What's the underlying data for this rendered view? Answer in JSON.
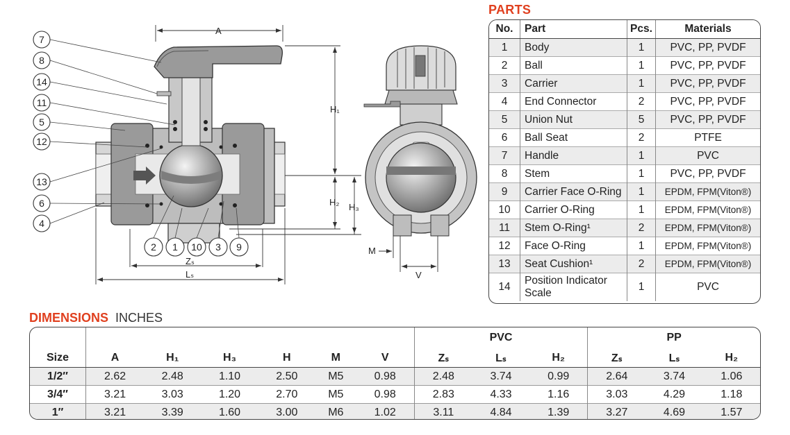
{
  "drawing": {
    "callouts_left": [
      "7",
      "8",
      "14",
      "11",
      "5",
      "12",
      "13",
      "6",
      "4"
    ],
    "callouts_bottom": [
      "2",
      "1",
      "10",
      "3",
      "9"
    ],
    "dimension_labels": {
      "A": "A",
      "H1": "H₁",
      "H2": "H₂",
      "H3": "H₃",
      "Zs": "Zₛ",
      "Ls": "Lₛ",
      "M": "M",
      "V": "V"
    }
  },
  "parts": {
    "title": "PARTS",
    "headers": {
      "no": "No.",
      "part": "Part",
      "pcs": "Pcs.",
      "materials": "Materials"
    },
    "rows": [
      {
        "no": "1",
        "part": "Body",
        "pcs": "1",
        "materials": "PVC, PP, PVDF"
      },
      {
        "no": "2",
        "part": "Ball",
        "pcs": "1",
        "materials": "PVC, PP, PVDF"
      },
      {
        "no": "3",
        "part": "Carrier",
        "pcs": "1",
        "materials": "PVC, PP, PVDF"
      },
      {
        "no": "4",
        "part": "End Connector",
        "pcs": "2",
        "materials": "PVC, PP, PVDF"
      },
      {
        "no": "5",
        "part": "Union Nut",
        "pcs": "5",
        "materials": "PVC, PP, PVDF"
      },
      {
        "no": "6",
        "part": "Ball Seat",
        "pcs": "2",
        "materials": "PTFE"
      },
      {
        "no": "7",
        "part": "Handle",
        "pcs": "1",
        "materials": "PVC"
      },
      {
        "no": "8",
        "part": "Stem",
        "pcs": "1",
        "materials": "PVC, PP, PVDF"
      },
      {
        "no": "9",
        "part": "Carrier Face O-Ring",
        "pcs": "1",
        "materials": "EPDM, FPM(Viton®)"
      },
      {
        "no": "10",
        "part": "Carrier O-Ring",
        "pcs": "1",
        "materials": "EPDM, FPM(Viton®)"
      },
      {
        "no": "11",
        "part": "Stem O-Ring¹",
        "pcs": "2",
        "materials": "EPDM, FPM(Viton®)"
      },
      {
        "no": "12",
        "part": "Face O-Ring",
        "pcs": "1",
        "materials": "EPDM, FPM(Viton®)"
      },
      {
        "no": "13",
        "part": "Seat Cushion¹",
        "pcs": "2",
        "materials": "EPDM, FPM(Viton®)"
      },
      {
        "no": "14",
        "part": "Position Indicator Scale",
        "pcs": "1",
        "materials": "PVC"
      }
    ]
  },
  "dimensions": {
    "title": "DIMENSIONS",
    "unit": "INCHES",
    "group_pvc": "PVC",
    "group_pp": "PP",
    "headers": [
      "Size",
      "A",
      "H₁",
      "H₃",
      "H",
      "M",
      "V",
      "Zₛ",
      "Lₛ",
      "H₂",
      "Zₛ",
      "Lₛ",
      "H₂"
    ],
    "rows": [
      [
        "1/2″",
        "2.62",
        "2.48",
        "1.10",
        "2.50",
        "M5",
        "0.98",
        "2.48",
        "3.74",
        "0.99",
        "2.64",
        "3.74",
        "1.06"
      ],
      [
        "3/4″",
        "3.21",
        "3.03",
        "1.20",
        "2.70",
        "M5",
        "0.98",
        "2.83",
        "4.33",
        "1.16",
        "3.03",
        "4.29",
        "1.18"
      ],
      [
        "1″",
        "3.21",
        "3.39",
        "1.60",
        "3.00",
        "M6",
        "1.02",
        "3.11",
        "4.84",
        "1.39",
        "3.27",
        "4.69",
        "1.57"
      ]
    ]
  }
}
